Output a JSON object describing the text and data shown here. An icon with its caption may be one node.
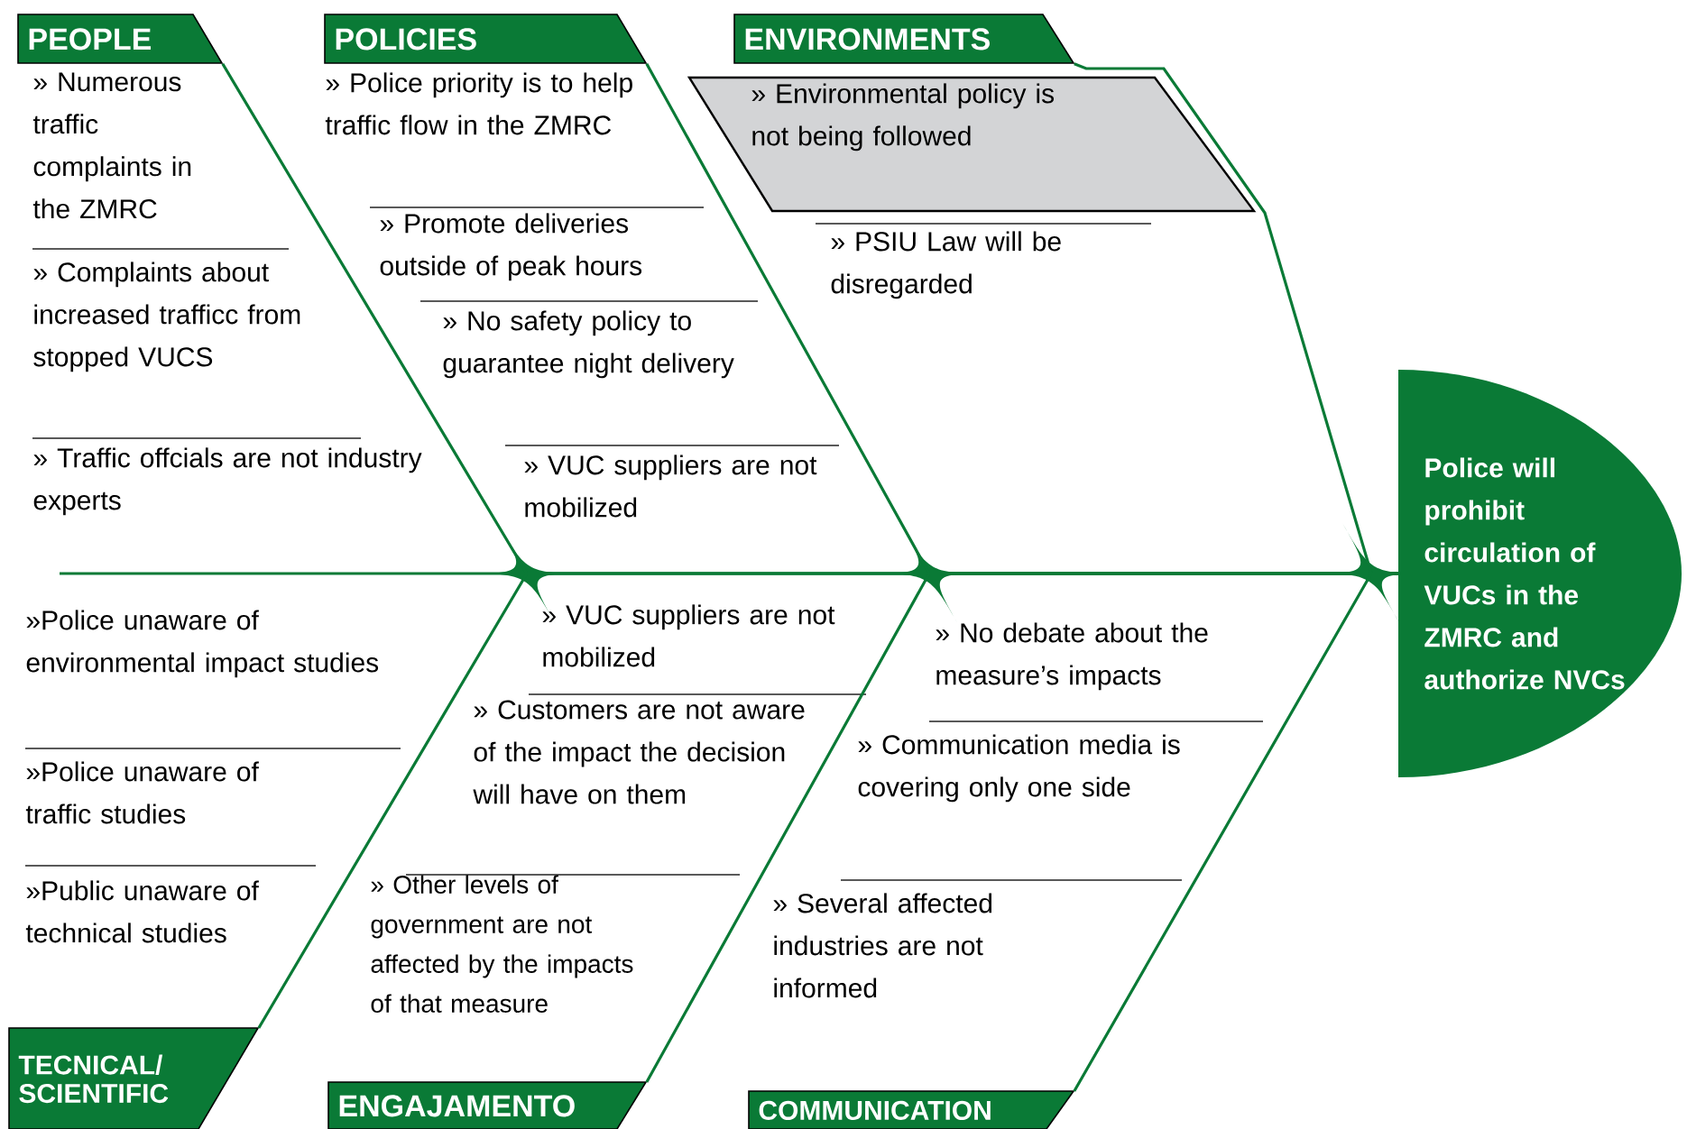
{
  "diagram": {
    "nodes": [
      {
        "text": [
          "PEOPLE"
        ]
      },
      {
        "text": [
          "POLICIES"
        ]
      },
      {
        "text": [
          "ENVIRONMENTS"
        ]
      },
      {
        "text": [
          "» Environmental policy is not being followed"
        ]
      },
      {
        "text": [
          "Police will prohibit circulation of VUCs in the ZMRC and authorize NVCs"
        ]
      },
      {
        "text": [
          "TECNICAL/ SCIENTIFIC"
        ]
      },
      {
        "text": [
          "ENGAJAMENTO"
        ]
      },
      {
        "text": [
          "COMMUNICATION"
        ]
      }
    ],
    "edges": [
      {
        "from": 0,
        "to": 4,
        "arrow": "none"
      },
      {
        "from": 1,
        "to": 4,
        "arrow": "none"
      },
      {
        "from": 2,
        "to": 4,
        "arrow": "none"
      },
      {
        "from": 5,
        "to": 4,
        "arrow": "none"
      },
      {
        "from": 6,
        "to": 4,
        "arrow": "none"
      },
      {
        "from": 7,
        "to": 4,
        "arrow": "none"
      },
      {
        "from": null,
        "to": 4,
        "arrow": "none"
      }
    ],
    "labels": [
      "» Numerous traffic complaints in the ZMRC",
      "» Complaints about increased trafficc from stopped VUCS",
      "» Traffic offcials are not industry experts",
      "» Police priority is to help traffic flow in the ZMRC",
      "» Promote deliveries outside of peak hours",
      "» No safety policy to guarantee night delivery",
      "» VUC suppliers are not mobilized",
      "» PSIU Law will be disregarded",
      "»Police unaware of environmental impact studies",
      "»Police unaware of traffic studies",
      "»Public unaware of technical studies",
      "» VUC suppliers are not mobilized",
      "» Customers are not aware of the impact the decision will have on them",
      "» Other levels of government are not affected by the impacts of that measure",
      "» No debate about the measure’s impacts",
      "» Communication media is covering only one side",
      "» Several affected industries are not informed"
    ]
  }
}
